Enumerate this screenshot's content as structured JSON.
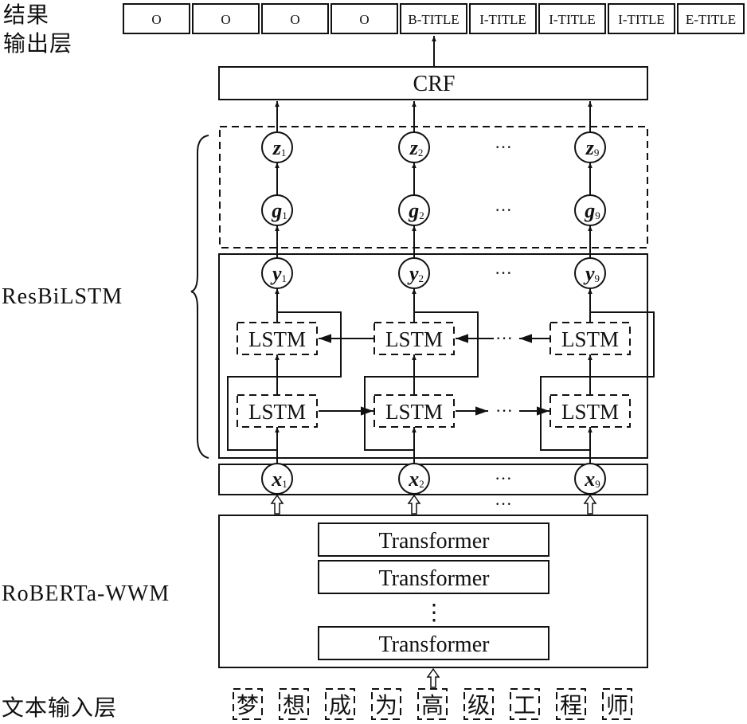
{
  "labels": {
    "output_layer": [
      "结果",
      "输出层"
    ],
    "resbilstm": "ResBiLSTM",
    "roberta": "RoBERTa-WWM",
    "input_layer": "文本输入层"
  },
  "output_tags": [
    "O",
    "O",
    "O",
    "O",
    "B-TITLE",
    "I-TITLE",
    "I-TITLE",
    "I-TITLE",
    "E-TITLE"
  ],
  "crf": "CRF",
  "z_nodes": [
    {
      "v": "z",
      "s": "1"
    },
    {
      "v": "z",
      "s": "2"
    },
    {
      "v": "z",
      "s": "9"
    }
  ],
  "g_nodes": [
    {
      "v": "g",
      "s": "1"
    },
    {
      "v": "g",
      "s": "2"
    },
    {
      "v": "g",
      "s": "9"
    }
  ],
  "y_nodes": [
    {
      "v": "y",
      "s": "1"
    },
    {
      "v": "y",
      "s": "2"
    },
    {
      "v": "y",
      "s": "9"
    }
  ],
  "x_nodes": [
    {
      "v": "x",
      "s": "1"
    },
    {
      "v": "x",
      "s": "2"
    },
    {
      "v": "x",
      "s": "9"
    }
  ],
  "lstm_label": "LSTM",
  "ellipsis": "···",
  "vertical_ellipsis": "⋮",
  "transformers": [
    "Transformer",
    "Transformer",
    "Transformer"
  ],
  "input_chars": [
    "梦",
    "想",
    "成",
    "为",
    "高",
    "级",
    "工",
    "程",
    "师"
  ]
}
